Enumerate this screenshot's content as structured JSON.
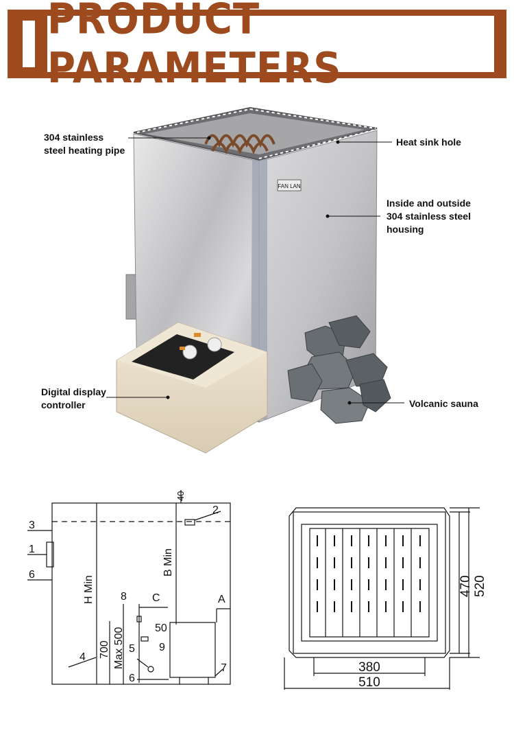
{
  "header": {
    "title": "PRODUCT PARAMETERS"
  },
  "product": {
    "brand_plate": "FAN LAN",
    "callouts": {
      "heating_pipe": [
        "304 stainless",
        "steel heating pipe"
      ],
      "heat_sink": [
        "Heat sink hole"
      ],
      "housing": [
        "Inside and outside",
        "304 stainless steel",
        "housing"
      ],
      "controller": [
        "Digital display",
        "controller"
      ],
      "stones": [
        "Volcanic sauna"
      ]
    }
  },
  "side_view": {
    "labels": {
      "n1": "1",
      "n2": "2",
      "n3": "3",
      "n4": "4",
      "n5": "5",
      "n6_top": "6",
      "n6_bottom": "6",
      "n7": "7",
      "n8": "8",
      "n9": "9"
    },
    "dims": {
      "top_gap": "40",
      "h_min": "H Min",
      "b_min": "B Min",
      "c": "C",
      "a": "A",
      "max500": "Max 500",
      "d700": "700",
      "d50": "50"
    }
  },
  "top_view": {
    "dims": {
      "inner_width": "380",
      "outer_width": "510",
      "inner_depth": "470",
      "outer_depth": "520"
    }
  },
  "colors": {
    "brand": "#9c4a1e",
    "steel": "#c9c9cb",
    "controller": "#e8ddc8",
    "stone": "#6f7478"
  }
}
